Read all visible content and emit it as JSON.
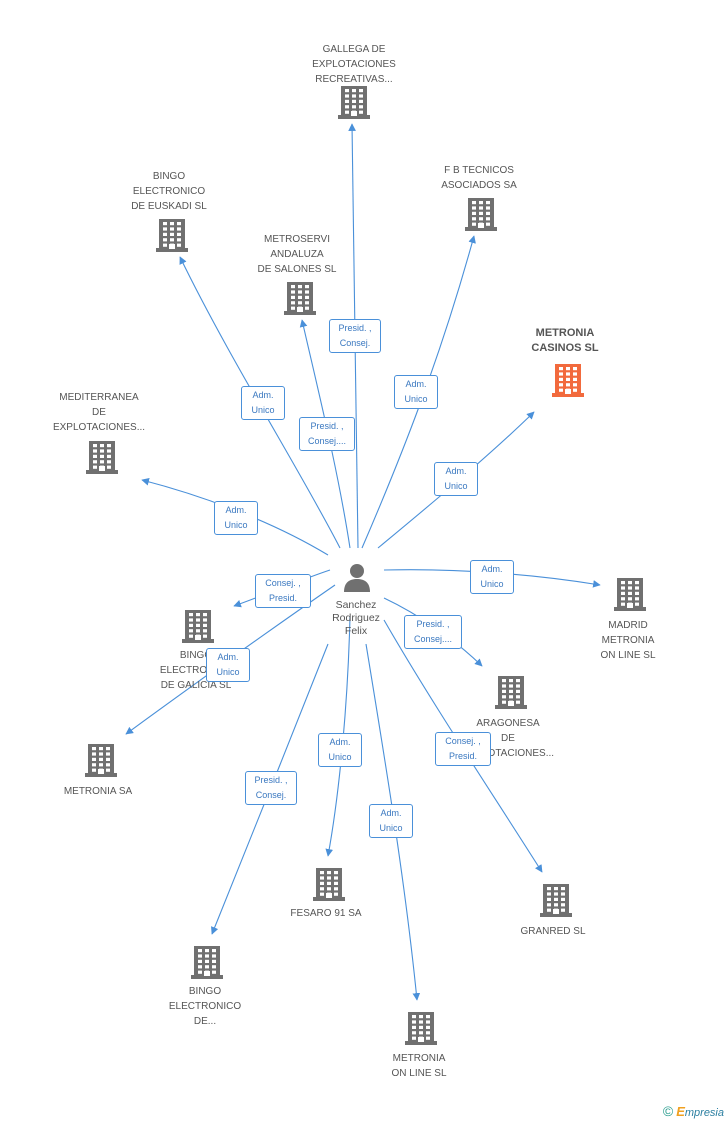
{
  "center": {
    "label": "Sanchez\nRodriguez\nFelix"
  },
  "colors": {
    "edge": "#4a90d9",
    "building": "#707070",
    "highlight": "#f26a3d"
  },
  "nodes": [
    {
      "id": "gallega",
      "label": "GALLEGA DE\nEXPLOTACIONES\nRECREATIVAS...",
      "highlight": false,
      "relation": "Presid. ,\nConsej."
    },
    {
      "id": "bingo-euskadi",
      "label": "BINGO\nELECTRONICO\nDE EUSKADI SL",
      "highlight": false,
      "relation": "Adm.\nUnico"
    },
    {
      "id": "metroservi",
      "label": "METROSERVI\nANDALUZA\nDE SALONES  SL",
      "highlight": false,
      "relation": "Presid. ,\nConsej...."
    },
    {
      "id": "fb-tecnicos",
      "label": "F B TECNICOS\nASOCIADOS SA",
      "highlight": false,
      "relation": "Adm.\nUnico"
    },
    {
      "id": "metronia-casinos",
      "label": "METRONIA\nCASINOS SL",
      "highlight": true,
      "relation": "Adm.\nUnico"
    },
    {
      "id": "mediterranea",
      "label": "MEDITERRANEA\nDE\nEXPLOTACIONES...",
      "highlight": false,
      "relation": "Adm.\nUnico"
    },
    {
      "id": "madrid-metronia",
      "label": "MADRID\nMETRONIA\nON LINE  SL",
      "highlight": false,
      "relation": "Adm.\nUnico"
    },
    {
      "id": "bingo-galicia",
      "label": "BINGO\nELECTRONICO\nDE GALICIA  SL",
      "highlight": false,
      "relation": "Consej. ,\nPresid."
    },
    {
      "id": "aragonesa",
      "label": "ARAGONESA\nDE\nEXPLOTACIONES...",
      "highlight": false,
      "relation": "Presid. ,\nConsej...."
    },
    {
      "id": "metronia-sa",
      "label": "METRONIA SA",
      "highlight": false,
      "relation": "Adm.\nUnico"
    },
    {
      "id": "fesaro",
      "label": "FESARO 91 SA",
      "highlight": false,
      "relation": "Adm.\nUnico"
    },
    {
      "id": "granred",
      "label": "GRANRED  SL",
      "highlight": false,
      "relation": "Consej. ,\nPresid."
    },
    {
      "id": "bingo-electronico-de",
      "label": "BINGO\nELECTRONICO\nDE...",
      "highlight": false,
      "relation": "Presid. ,\nConsej."
    },
    {
      "id": "metronia-online",
      "label": "METRONIA\nON LINE SL",
      "highlight": false,
      "relation": "Adm.\nUnico"
    }
  ],
  "footer": {
    "copyright": "©",
    "brand_e": "E",
    "brand_rest": "mpresia"
  }
}
